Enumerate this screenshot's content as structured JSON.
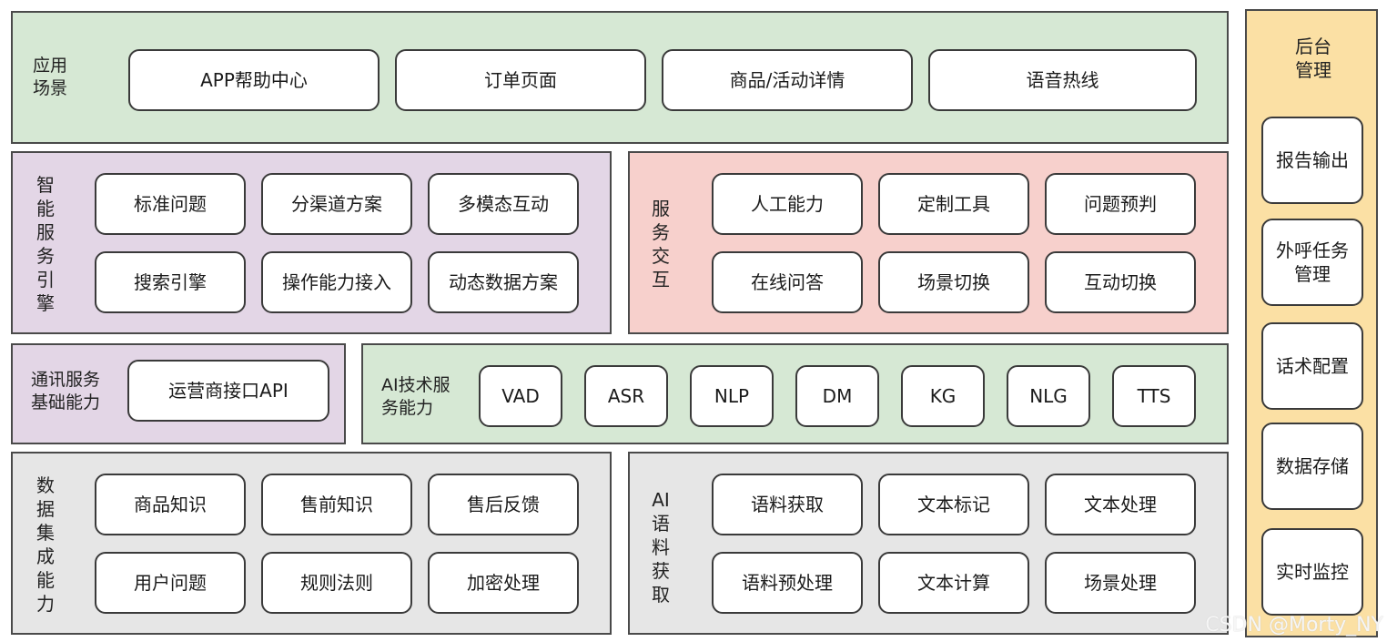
{
  "app_scene": {
    "label": "应用场景",
    "items": [
      "APP帮助中心",
      "订单页面",
      "商品/活动详情",
      "语音热线"
    ]
  },
  "smart_engine": {
    "label": "智能服务引擎",
    "items": [
      "标准问题",
      "分渠道方案",
      "多模态互动",
      "搜索引擎",
      "操作能力接入",
      "动态数据方案"
    ]
  },
  "service_interaction": {
    "label": "服务交互",
    "items": [
      "人工能力",
      "定制工具",
      "问题预判",
      "在线问答",
      "场景切换",
      "互动切换"
    ]
  },
  "comm_service": {
    "label": "通讯服务基础能力",
    "items": [
      "运营商接口API"
    ]
  },
  "ai_tech": {
    "label": "AI技术服务能力",
    "items": [
      "VAD",
      "ASR",
      "NLP",
      "DM",
      "KG",
      "NLG",
      "TTS"
    ]
  },
  "data_integration": {
    "label": "数据集成能力",
    "items": [
      "商品知识",
      "售前知识",
      "售后反馈",
      "用户问题",
      "规则法则",
      "加密处理"
    ]
  },
  "ai_corpus": {
    "label": "AI语料获取",
    "items": [
      "语料获取",
      "文本标记",
      "文本处理",
      "语料预处理",
      "文本计算",
      "场景处理"
    ]
  },
  "backend": {
    "label": "后台管理",
    "items": [
      "报告输出",
      "外呼任务管理",
      "话术配置",
      "数据存储",
      "实时监控"
    ]
  },
  "watermark": "CSDN @Morty_NY"
}
